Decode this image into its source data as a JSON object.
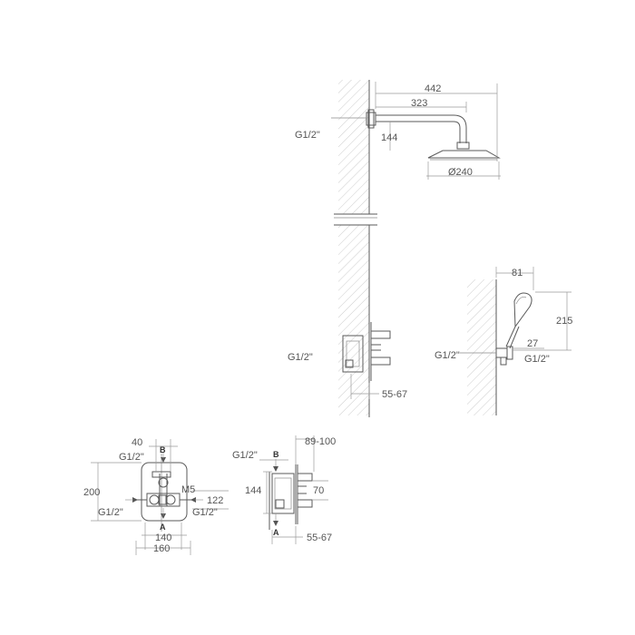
{
  "labels": {
    "d442": "442",
    "d323": "323",
    "g_arm": "G1/2\"",
    "d144_top": "144",
    "d240": "Ø240",
    "g_valve": "G1/2\"",
    "d5567_valve": "55-67",
    "d81": "81",
    "d215": "215",
    "d27": "27",
    "g_hand_left": "G1/2\"",
    "g_hand_right": "G1/2\"",
    "d40": "40",
    "b_front": "B",
    "g_front_top": "G1/2\"",
    "d200": "200",
    "m5": "M5",
    "d122": "122",
    "g_front_left": "G1/2\"",
    "g_front_right": "G1/2\"",
    "a_front": "A",
    "d140": "140",
    "d160": "160",
    "d89100": "89-100",
    "g_side_top": "G1/2\"",
    "b_side": "B",
    "d144_side": "144",
    "d70": "70",
    "a_side": "A",
    "d5567_side": "55-67"
  }
}
